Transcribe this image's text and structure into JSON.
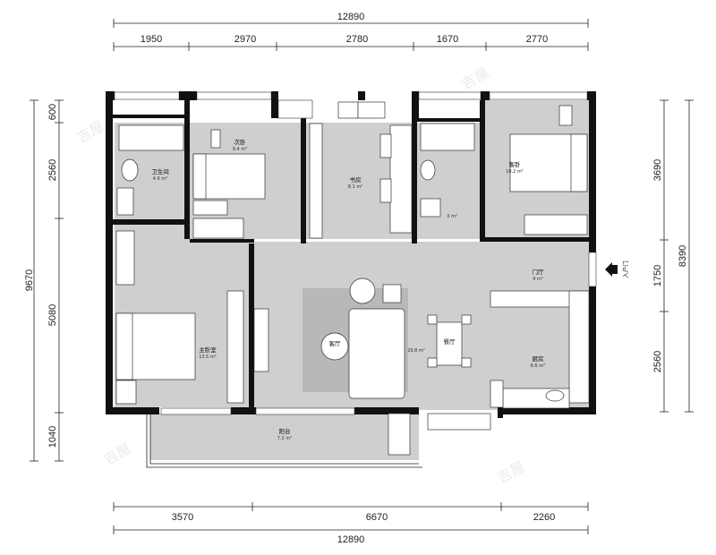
{
  "dimensions": {
    "top_total": "12890",
    "top_segments": [
      "1950",
      "2970",
      "2780",
      "1670",
      "2770"
    ],
    "bottom_total": "12890",
    "bottom_segments": [
      "3570",
      "6670",
      "2260"
    ],
    "left_total": "9670",
    "left_segments": [
      "600",
      "2560",
      "5080",
      "1040"
    ],
    "right_total": "8390",
    "right_segments": [
      "3690",
      "1750",
      "2560"
    ]
  },
  "rooms": {
    "bathroom": {
      "name": "卫生间",
      "area": "4.9 m²"
    },
    "second_bedroom": {
      "name": "次卧",
      "area": "9.4 m²"
    },
    "study": {
      "name": "书房",
      "area": "8.1 m²"
    },
    "small_bath": {
      "name": "",
      "area": "3 m²"
    },
    "guest_bedroom": {
      "name": "客卧",
      "area": "10.2 m²"
    },
    "master_bedroom": {
      "name": "主卧室",
      "area": "13.5 m²"
    },
    "living_room": {
      "name": "客厅",
      "area": "29.8 m²"
    },
    "dining_room": {
      "name": "餐厅",
      "area": ""
    },
    "foyer": {
      "name": "门厅",
      "area": "4 m²"
    },
    "kitchen": {
      "name": "厨房",
      "area": "6.6 m²"
    },
    "balcony": {
      "name": "阳台",
      "area": "7.2 m²"
    }
  },
  "entrance": {
    "label": "入户门"
  }
}
